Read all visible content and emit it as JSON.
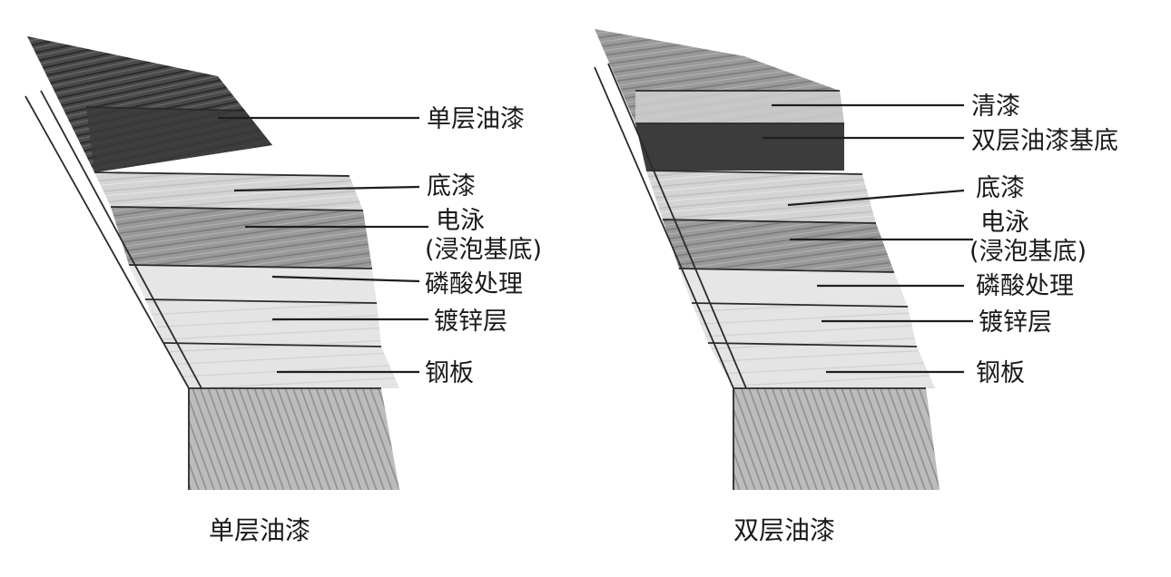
{
  "diagrams": [
    {
      "caption": "单层油漆",
      "layers": [
        {
          "label": "单层油漆"
        },
        {
          "label": "底漆"
        },
        {
          "label": "电泳",
          "label_line2": "(浸泡基底)"
        },
        {
          "label": "磷酸处理"
        },
        {
          "label": "镀锌层"
        },
        {
          "label": "钢板"
        }
      ]
    },
    {
      "caption": "双层油漆",
      "layers": [
        {
          "label": "清漆"
        },
        {
          "label": "双层油漆基底"
        },
        {
          "label": "底漆"
        },
        {
          "label": "电泳",
          "label_line2": "(浸泡基底)"
        },
        {
          "label": "磷酸处理"
        },
        {
          "label": "镀锌层"
        },
        {
          "label": "钢板"
        }
      ]
    }
  ]
}
